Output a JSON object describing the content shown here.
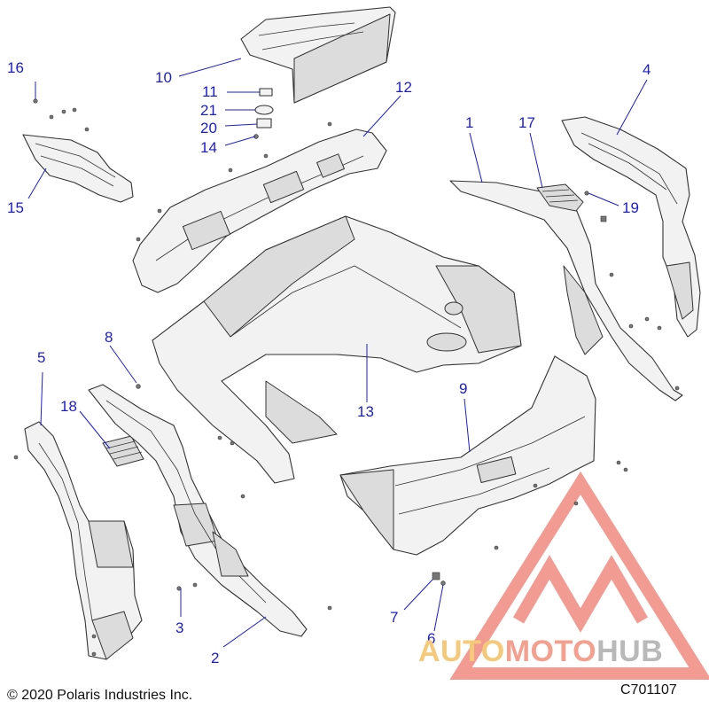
{
  "callouts": {
    "c1": "1",
    "c2": "2",
    "c3": "3",
    "c4": "4",
    "c5": "5",
    "c6": "6",
    "c7": "7",
    "c8": "8",
    "c9": "9",
    "c10": "10",
    "c11": "11",
    "c12": "12",
    "c13": "13",
    "c14": "14",
    "c15": "15",
    "c16": "16",
    "c17": "17",
    "c18": "18",
    "c19": "19",
    "c20": "20",
    "c21": "21"
  },
  "footer": {
    "copyright": "© 2020 Polaris Industries Inc.",
    "diagram_code": "C701107"
  },
  "watermark": {
    "part1": "AUTO",
    "part2": "MOTO",
    "part3": "HUB",
    "colors": {
      "auto": "#f4c97a",
      "moto": "#f3a08f",
      "hub": "#b9b9b9",
      "logo": "#f08a80"
    }
  },
  "colors": {
    "callout": "#1c1cc8",
    "line": "#1c1cc8",
    "part_fill": "#f2f2f2",
    "part_stroke": "#333333"
  }
}
